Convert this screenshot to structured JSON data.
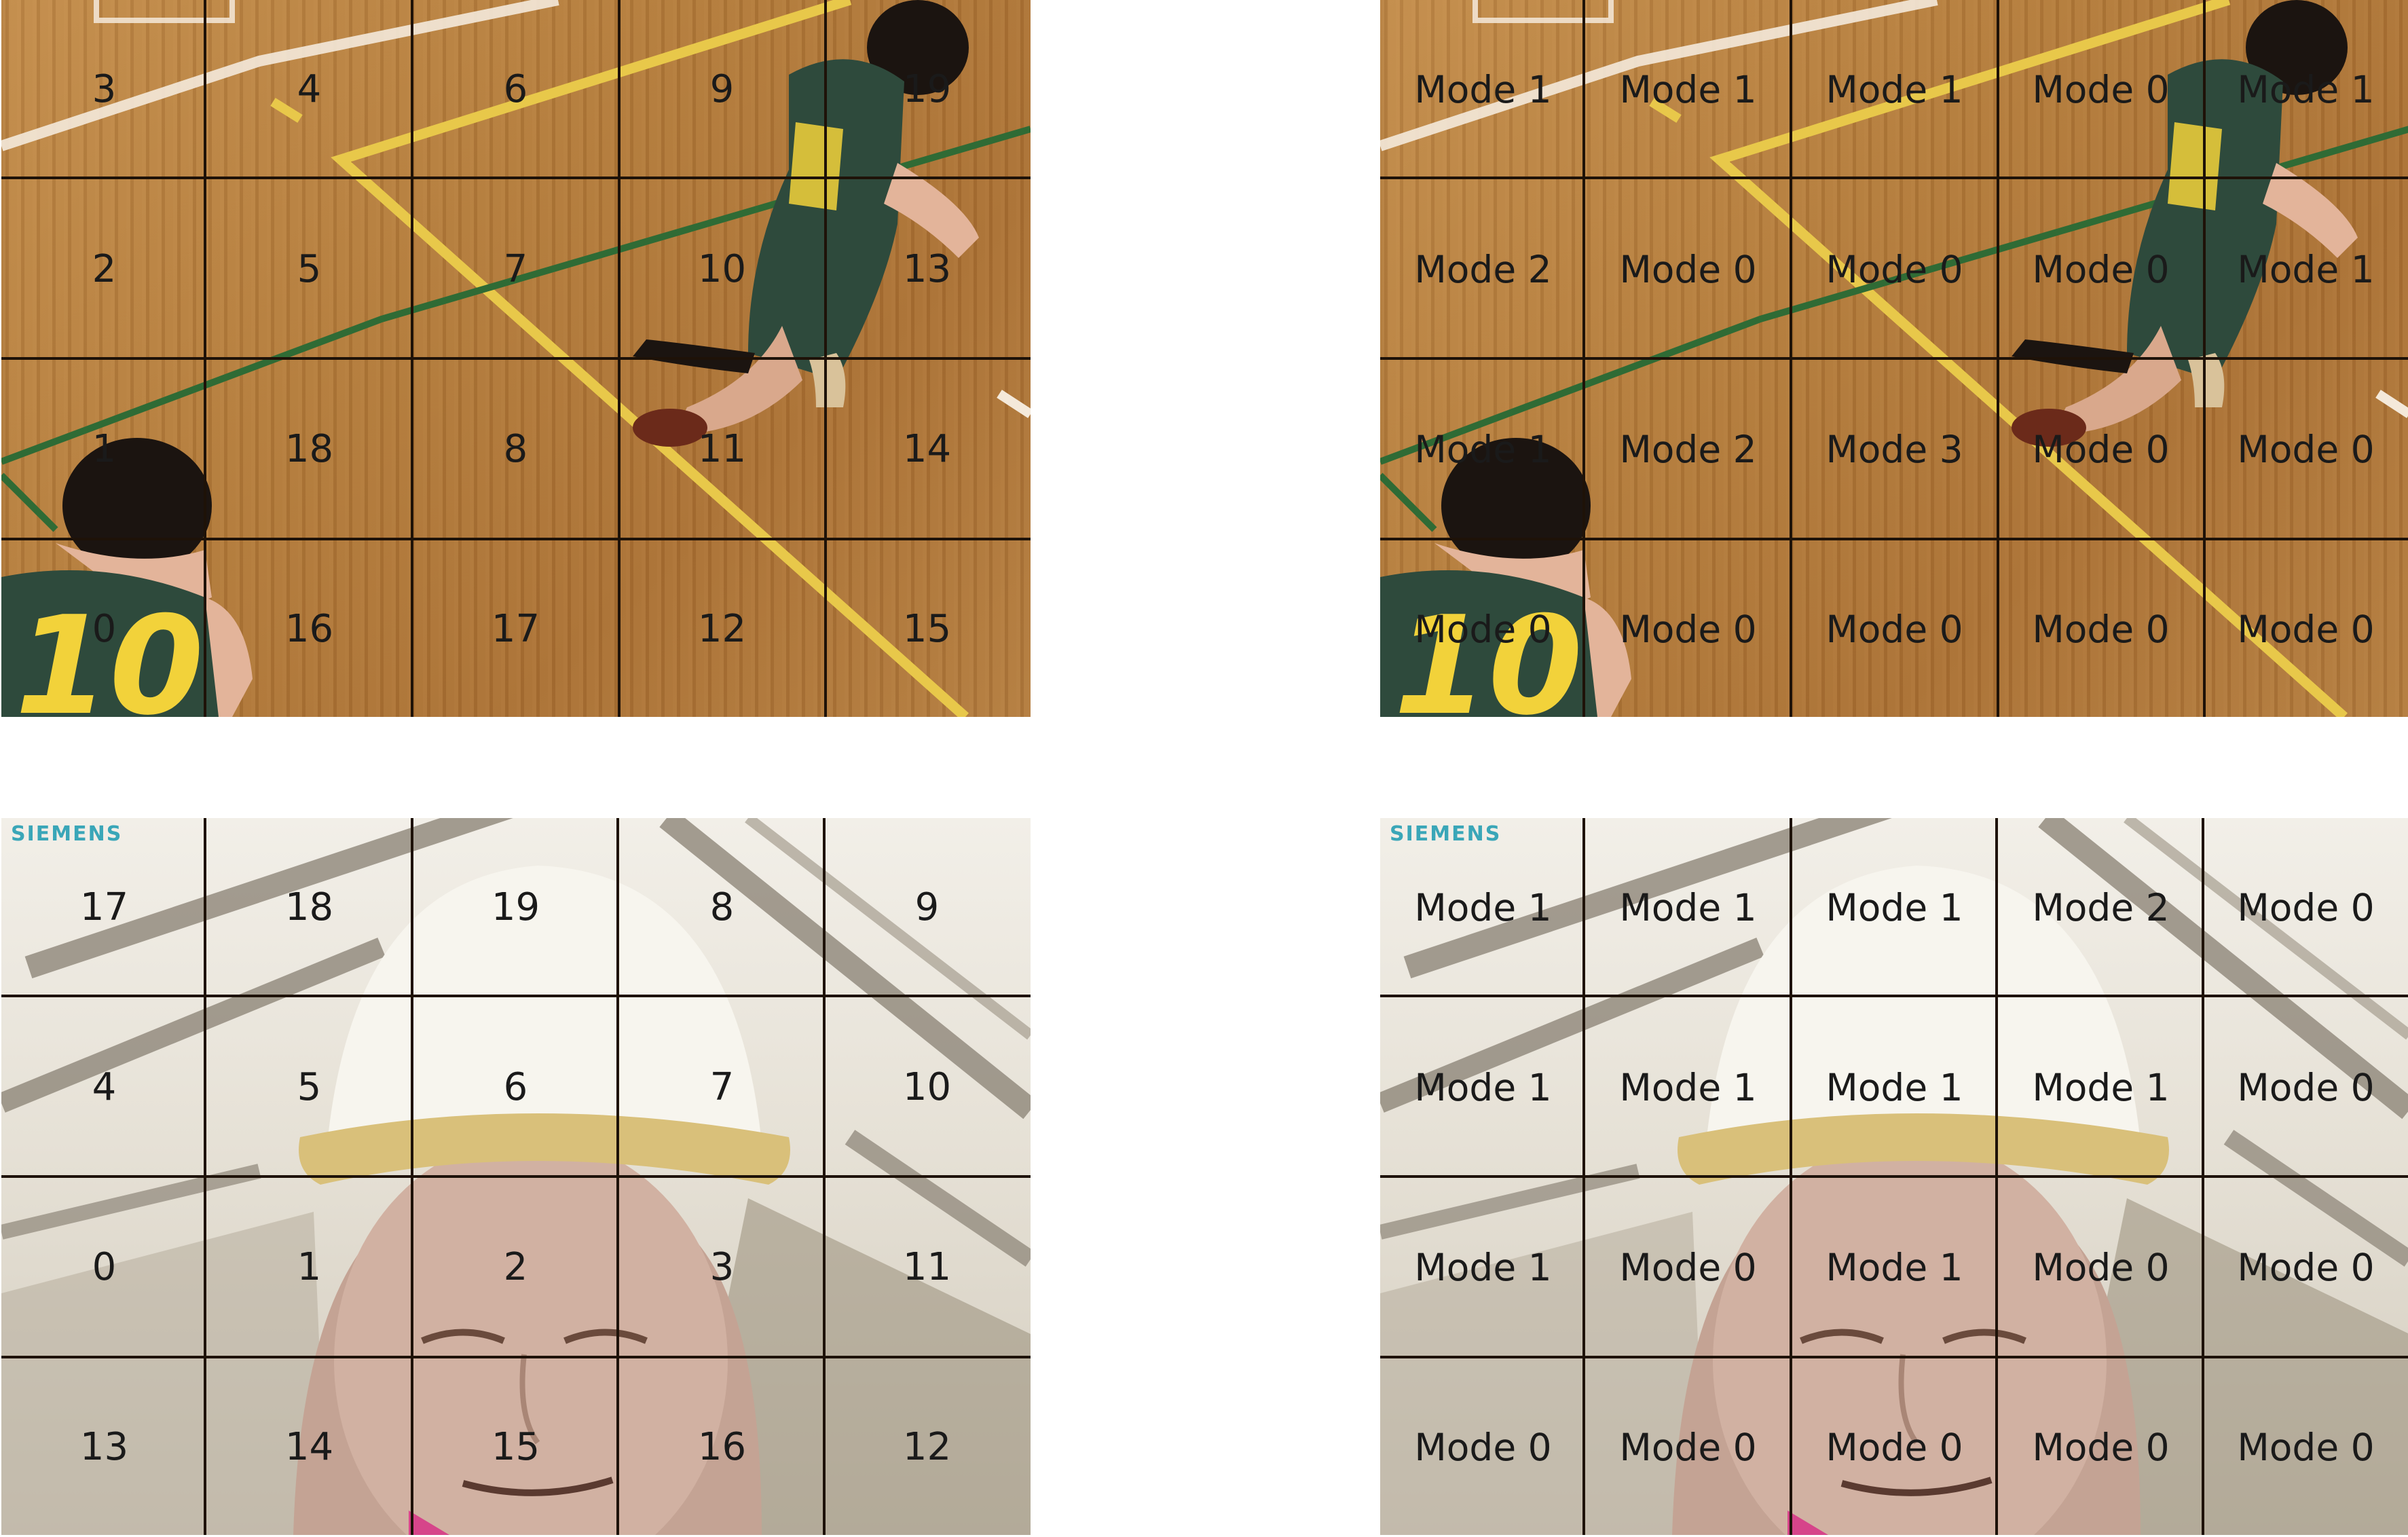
{
  "panels": {
    "basketball_numbers": {
      "cells": [
        "3",
        "4",
        "6",
        "9",
        "19",
        "2",
        "5",
        "7",
        "10",
        "13",
        "1",
        "18",
        "8",
        "11",
        "14",
        "0",
        "16",
        "17",
        "12",
        "15"
      ]
    },
    "basketball_modes": {
      "cells": [
        "Mode 1",
        "Mode 1",
        "Mode 1",
        "Mode 0",
        "Mode 1",
        "Mode 2",
        "Mode 0",
        "Mode 0",
        "Mode 0",
        "Mode 1",
        "Mode 1",
        "Mode 2",
        "Mode 3",
        "Mode 0",
        "Mode 0",
        "Mode 0",
        "Mode 0",
        "Mode 0",
        "Mode 0",
        "Mode 0"
      ]
    },
    "foreman_numbers": {
      "logo": "SIEMENS",
      "cells": [
        "17",
        "18",
        "19",
        "8",
        "9",
        "4",
        "5",
        "6",
        "7",
        "10",
        "0",
        "1",
        "2",
        "3",
        "11",
        "13",
        "14",
        "15",
        "16",
        "12"
      ]
    },
    "foreman_modes": {
      "logo": "SIEMENS",
      "cells": [
        "Mode 1",
        "Mode 1",
        "Mode 1",
        "Mode 2",
        "Mode 0",
        "Mode 1",
        "Mode 1",
        "Mode 1",
        "Mode 1",
        "Mode 0",
        "Mode 1",
        "Mode 0",
        "Mode 1",
        "Mode 0",
        "Mode 0",
        "Mode 0",
        "Mode 0",
        "Mode 0",
        "Mode 0",
        "Mode 0"
      ]
    }
  },
  "colors": {
    "grid_line": "#1e1208",
    "court_wood": "#b8813f",
    "court_line_yellow": "#e8c84a",
    "court_line_green": "#2f6b35",
    "jersey_green": "#2e4a3c",
    "jersey_number_yellow": "#f2d23a",
    "hard_hat_white": "#f7f5ee",
    "logo_teal": "#3aa6b8"
  }
}
